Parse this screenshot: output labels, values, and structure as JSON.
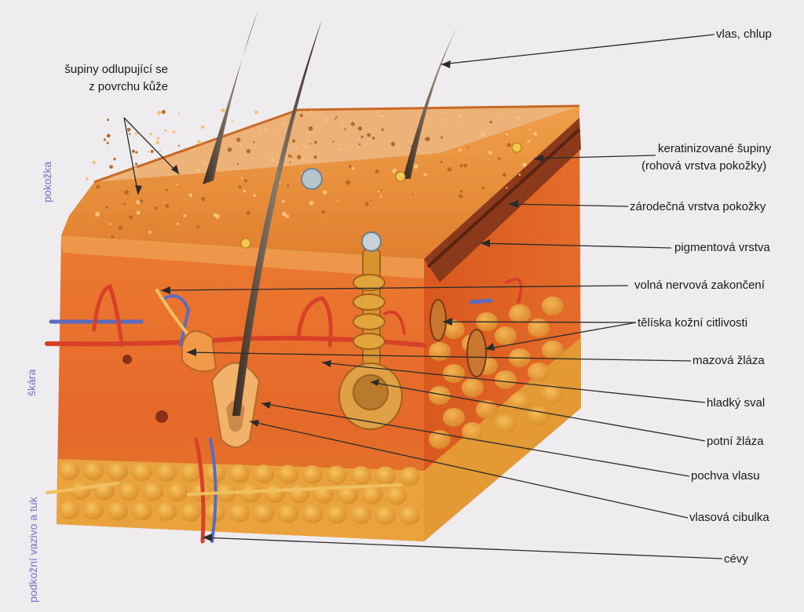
{
  "labels_right": [
    "vlas, chlup",
    "keratinizované šupiny",
    "(rohová vrstva pokožky)",
    "zárodečná vrstva pokožky",
    "pigmentová vrstva",
    "volná nervová zakončení",
    "tělíska kožní citlivosti",
    "mazová žláza",
    "hladký sval",
    "potní žláza",
    "pochva vlasu",
    "vlasová cibulka",
    "cévy"
  ],
  "label_top_left": [
    "šupiny odlupující se",
    "z povrchu kůže"
  ],
  "layer_labels": [
    "pokožka",
    "škára",
    "podkožní vazivo a tuk"
  ],
  "colors": {
    "background": "#eeecef",
    "skin_top": "#e8913a",
    "dermis": "#e8692a",
    "fat": "#e9a23c",
    "vessel_red": "#d9402a",
    "vessel_blue": "#5b6bc0",
    "label_blue": "#6f74c4"
  }
}
